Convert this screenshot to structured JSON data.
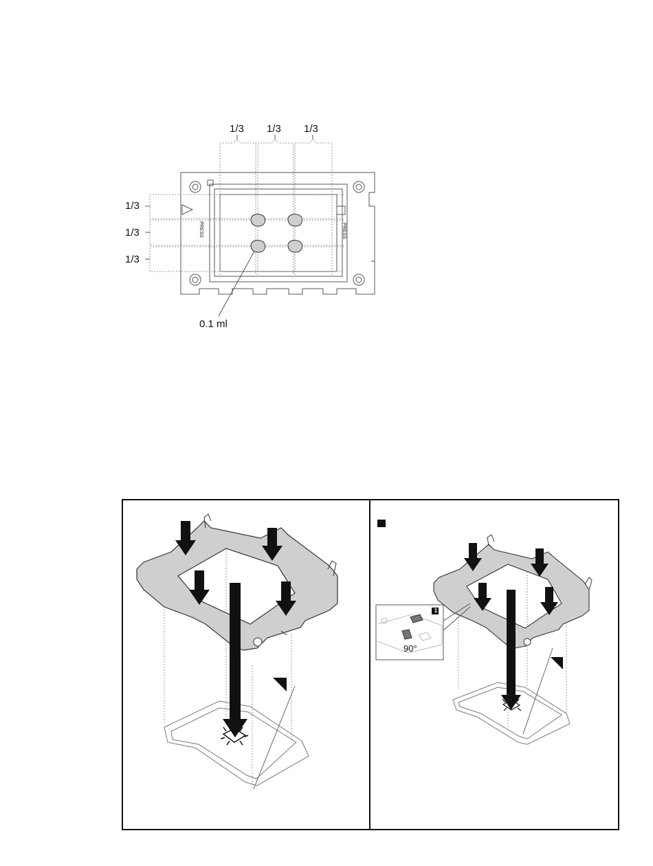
{
  "top_figure": {
    "column_labels": [
      "1/3",
      "1/3",
      "1/3"
    ],
    "row_labels": [
      "1/3",
      "1/3",
      "1/3"
    ],
    "press_text_left": "PRESS",
    "press_text_right": "PRESS",
    "volume_label": "0.1 ml"
  },
  "bottom_figure": {
    "right_panel": {
      "callout_number": "1",
      "angle_label": "90°"
    }
  }
}
